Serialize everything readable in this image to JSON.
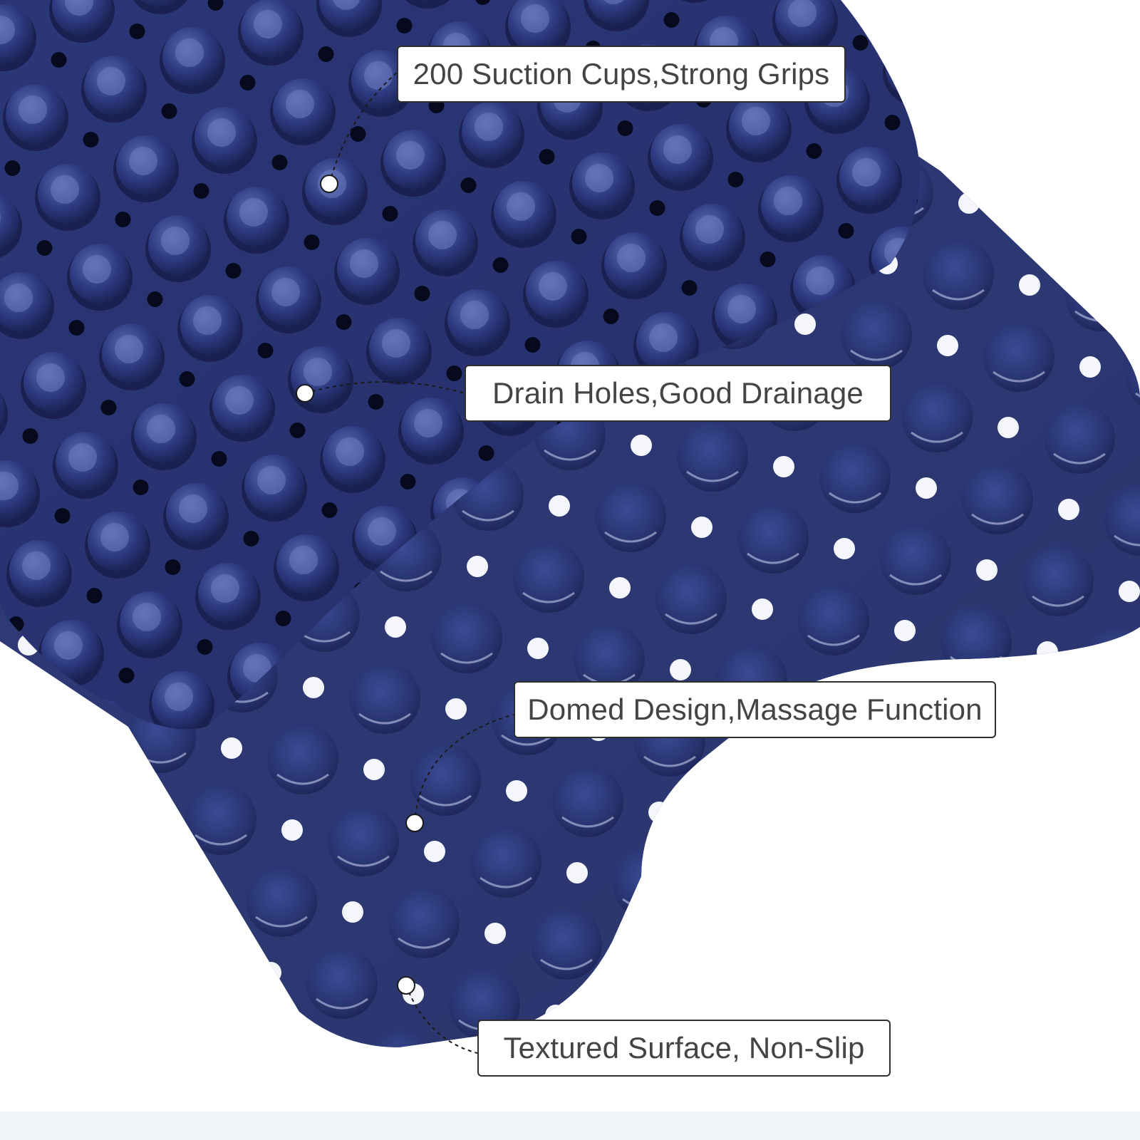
{
  "callouts": [
    {
      "text": "200 Suction Cups,Strong Grips"
    },
    {
      "text": "Drain Holes,Good Drainage"
    },
    {
      "text": "Domed Design,Massage Function"
    },
    {
      "text": "Textured Surface, Non-Slip"
    }
  ],
  "colors": {
    "mat": "#2c3872",
    "mat_dark": "#1c2553",
    "mat_light": "#4a5a9c",
    "label_border": "#2f2f2f",
    "label_text": "#444444",
    "background": "#ffffff"
  }
}
